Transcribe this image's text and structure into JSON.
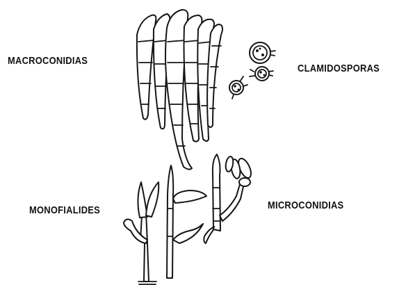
{
  "labels": {
    "macroconidia": "MACROCONIDIAS",
    "chlamydospores": "CLAMIDOSPORAS",
    "monophialides": "MONOFIALIDES",
    "microconidia": "MICROCONIDIAS"
  },
  "colors": {
    "ink": "#151515",
    "background": "#ffffff"
  }
}
